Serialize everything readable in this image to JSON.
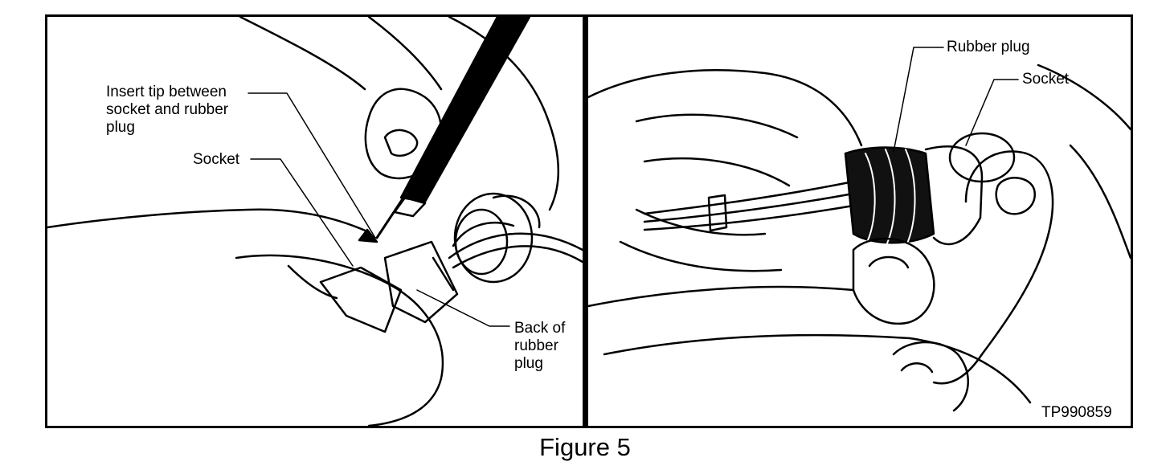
{
  "figure": {
    "caption": "Figure 5",
    "code": "TP990859"
  },
  "left_panel": {
    "labels": {
      "insert_tip": "Insert tip between\nsocket and rubber\nplug",
      "socket": "Socket",
      "back_of_plug": "Back of\nrubber\nplug"
    }
  },
  "right_panel": {
    "labels": {
      "rubber_plug": "Rubber plug",
      "socket": "Socket"
    }
  }
}
